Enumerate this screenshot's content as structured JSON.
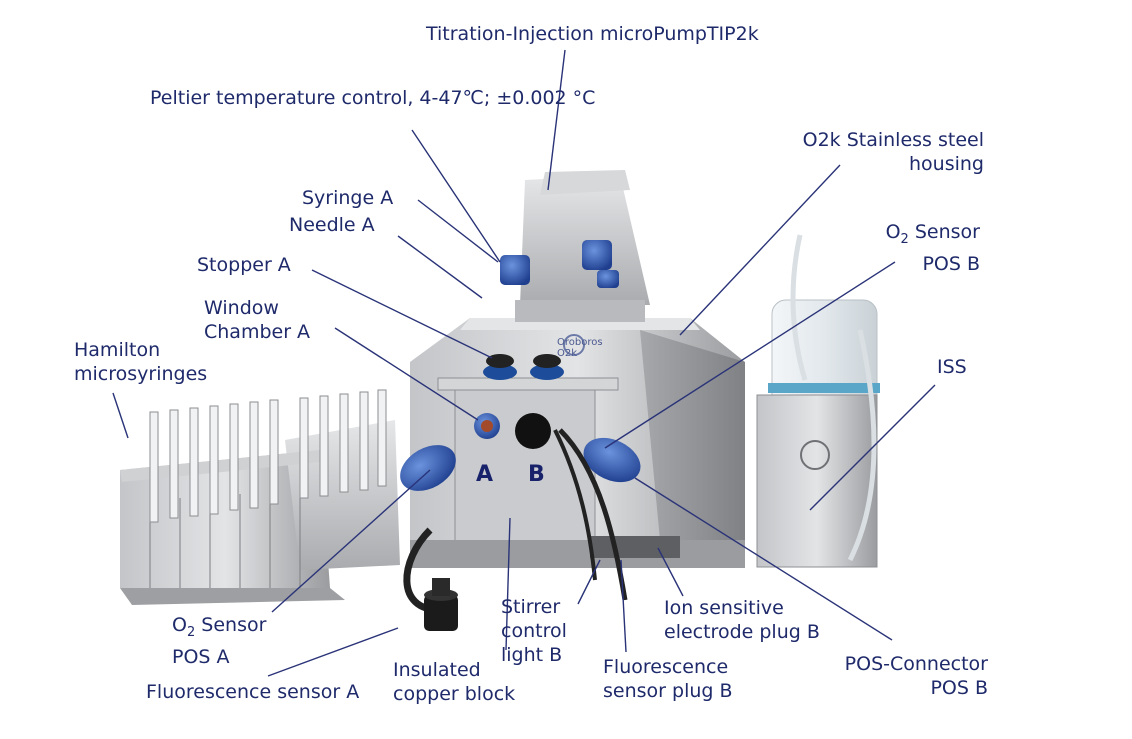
{
  "labels": {
    "titration": "Titration-Injection microPumpTIP2k",
    "peltier": "Peltier temperature control, 4-47℃; ±0.002 °C",
    "housing_1": "O2k Stainless steel",
    "housing_2": "housing",
    "syringe_a": "Syringe A",
    "needle_a": "Needle A",
    "o2_sensor_b_1": "O",
    "o2_sensor_b_sub": "2",
    "o2_sensor_b_2": " Sensor",
    "o2_sensor_b_3": "POS B",
    "stopper_a": "Stopper A",
    "window_1": "Window",
    "window_2": "Chamber A",
    "hamilton_1": "Hamilton",
    "hamilton_2": "microsyringes",
    "iss": "ISS",
    "o2_sensor_a_1": "O",
    "o2_sensor_a_sub": "2",
    "o2_sensor_a_2": " Sensor",
    "o2_sensor_a_3": "POS A",
    "stirrer_1": "Stirrer",
    "stirrer_2": "control",
    "stirrer_3": "light B",
    "ion_1": "Ion sensitive",
    "ion_2": "electrode plug B",
    "insulated_1": "Insulated",
    "insulated_2": "copper block",
    "fluor_plug_1": "Fluorescence",
    "fluor_plug_2": "sensor plug B",
    "pos_conn_1": "POS-Connector",
    "pos_conn_2": "POS B",
    "fluor_a": "Fluorescence sensor A",
    "chamber_a_mark": "A",
    "chamber_b_mark": "B",
    "brand": "Oroboros",
    "model": "O2k"
  },
  "colors": {
    "label_text": "#1f2a6b",
    "leader_line": "#2a3378",
    "steel_light": "#d9dadc",
    "steel_mid": "#b5b7ba",
    "steel_dark": "#8e9094",
    "connector_blue": "#2f5fb8",
    "bottle": "#e7ecf0"
  }
}
